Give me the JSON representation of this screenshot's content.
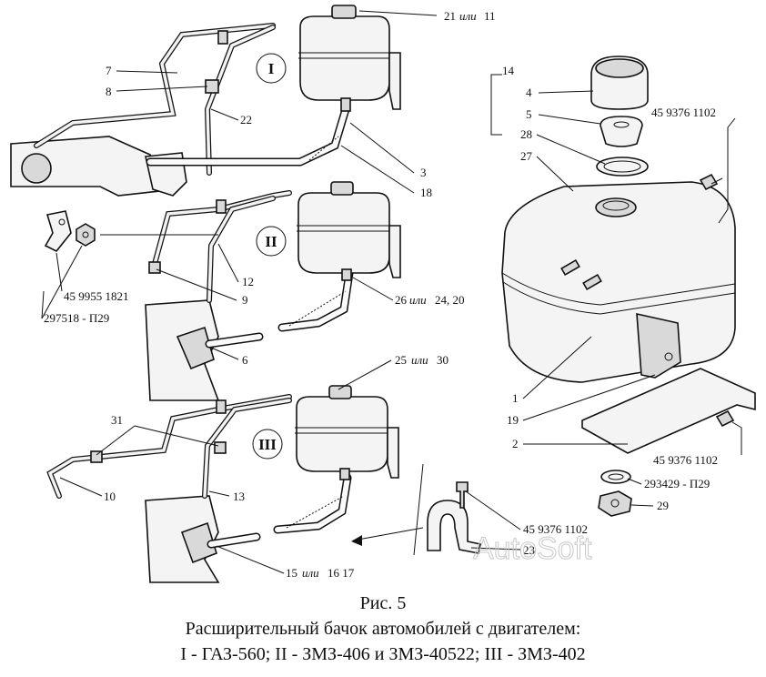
{
  "figure": {
    "number": "Рис. 5",
    "title": "Расширительный бачок автомобилей с двигателем:",
    "subtitle": "I - ГАЗ-560; II - ЗМЗ-406 и ЗМЗ-40522; III - ЗМЗ-402"
  },
  "variants": [
    "I",
    "II",
    "III"
  ],
  "labels": {
    "l21": "21",
    "or1": "или",
    "l11": "11",
    "l7": "7",
    "l8": "8",
    "l22": "22",
    "l3": "3",
    "l18": "18",
    "l12": "12",
    "l9": "9",
    "l26": "26",
    "or2": "или",
    "l2420": "24, 20",
    "l6": "6",
    "p459955": "45 9955 1821",
    "p297518": "297518 - П29",
    "l25": "25",
    "or3": "или",
    "l30": "30",
    "l31": "31",
    "l10": "10",
    "l13": "13",
    "l15": "15",
    "or4": "или",
    "l1617": "16 17",
    "l23": "23",
    "p459376a": "45 9376 1102",
    "l14": "14",
    "l4": "4",
    "l5": "5",
    "l28": "28",
    "l27": "27",
    "p459376b": "45 9376 1102",
    "l1": "1",
    "l19": "19",
    "l2": "2",
    "p459376c": "45 9376 1102",
    "p293429": "293429 - П29",
    "l29": "29"
  },
  "watermark": "AutoSoft"
}
